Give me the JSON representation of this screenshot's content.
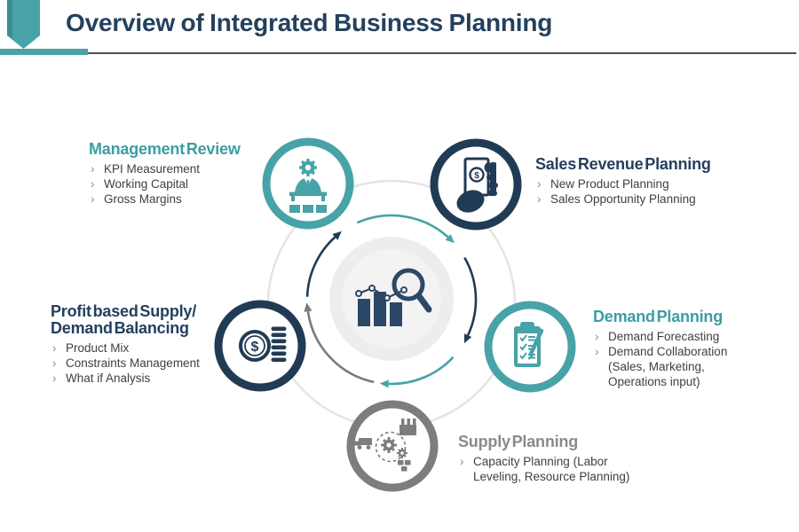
{
  "header": {
    "title": "Overview of Integrated Business Planning"
  },
  "bullet_marker": "›",
  "colors": {
    "teal": "#47a3a7",
    "navy": "#223b55",
    "gray": "#7d7d7d",
    "title_text": "#24405c",
    "body_text": "#3f3f3f",
    "bullet_marker": "#8c8c8c",
    "header_line": "#4f4f4f",
    "faint_ring": "#e4e4e4",
    "center_fill": "#ededed",
    "center_fill_inner": "#f3f3f3",
    "center_icon": "#2c4866",
    "arrow_navy": "#223b55",
    "arrow_teal": "#47a3a7",
    "arrow_gray": "#7b7b7b"
  },
  "icons": {
    "header_decor": "bookmark-ribbon-icon",
    "center": "analytics-magnifier-icon",
    "management_review": "leader-gear-icon",
    "sales_revenue": "money-hand-icon",
    "demand_planning": "clipboard-checklist-icon",
    "supply_planning": "supply-chain-gears-icon",
    "profit_balancing": "dollar-coins-icon"
  },
  "nodes": [
    {
      "id": "management-review",
      "heading": "Management Review",
      "color": "#3b9ea2",
      "ring": "#47a3a7",
      "bullets": [
        "KPI Measurement",
        "Working Capital",
        "Gross Margins"
      ]
    },
    {
      "id": "sales-revenue-planning",
      "heading": "Sales Revenue Planning",
      "color": "#24405e",
      "ring": "#223b55",
      "bullets": [
        "New Product Planning",
        "Sales Opportunity Planning"
      ]
    },
    {
      "id": "demand-planning",
      "heading": "Demand Planning",
      "color": "#3b9ea2",
      "ring": "#47a3a7",
      "bullets": [
        "Demand Forecasting",
        "Demand Collaboration (Sales, Marketing, Operations input)"
      ]
    },
    {
      "id": "supply-planning",
      "heading": "Supply Planning",
      "color": "#8a8a8a",
      "ring": "#7d7d7d",
      "bullets": [
        "Capacity Planning (Labor Leveling, Resource Planning)"
      ]
    },
    {
      "id": "profit-based-supply-demand-balancing",
      "heading": "Profit based Supply/ Demand Balancing",
      "color": "#24405e",
      "ring": "#223b55",
      "bullets": [
        "Product Mix",
        "Constraints Management",
        "What if Analysis"
      ]
    }
  ]
}
